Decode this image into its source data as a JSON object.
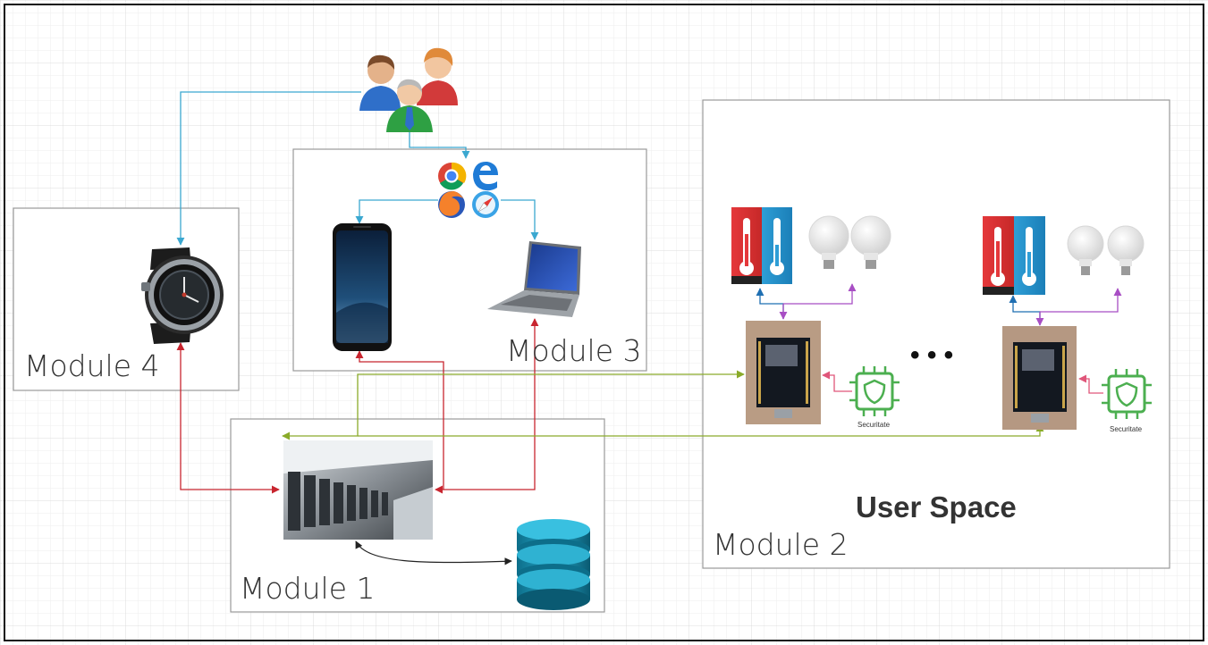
{
  "modules": {
    "m1": {
      "label": "Module 1"
    },
    "m2": {
      "label": "Module 2",
      "subtitle": "User Space"
    },
    "m3": {
      "label": "Module 3"
    },
    "m4": {
      "label": "Module 4"
    }
  },
  "iot": {
    "ellipsis": "• • •",
    "security_chip_caption": "Securitate"
  },
  "colors": {
    "background": "#ffffff",
    "grid": "#ececec",
    "box_border": "#9a9a9a",
    "users_to_devices": "#3ba8d0",
    "server_links": "#c8252f",
    "iot_links": "#8aab2a",
    "sensor_links": "#1f6fb2",
    "bulb_links": "#a84ec4",
    "security_links": "#e0567a",
    "db_link": "#222222"
  },
  "icons": [
    "users-group-icon",
    "browsers-icon",
    "smartphone-icon",
    "laptop-icon",
    "smartwatch-icon",
    "server-room-icon",
    "database-icon",
    "thermometer-panel-icon",
    "light-bulb-icon",
    "microcontroller-board-icon",
    "security-chip-icon"
  ]
}
